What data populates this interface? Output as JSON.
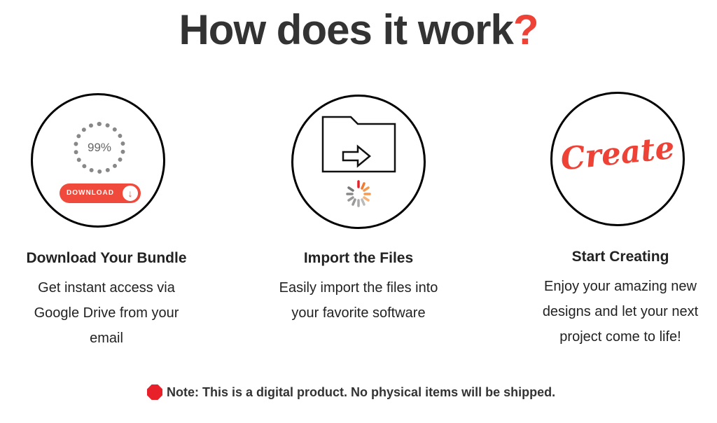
{
  "header": {
    "title": "How does it work",
    "mark": "?"
  },
  "steps": [
    {
      "title": "Download Your Bundle",
      "lines": [
        "Get instant access via",
        "Google Drive from your",
        "email"
      ],
      "progress_label": "99%",
      "button_label": "DOWNLOAD",
      "icon": "download-icon"
    },
    {
      "title": "Import the Files",
      "lines": [
        "Easily import the files into",
        "your favorite software"
      ],
      "icon": "folder-import-icon"
    },
    {
      "title": "Start Creating",
      "lines": [
        "Enjoy your amazing new",
        "designs and let your next",
        "project come to life!"
      ],
      "logo_text": "Create",
      "icon": "create-logo"
    }
  ],
  "note": {
    "label": "Note:",
    "text": "This is a digital product. No physical items will be shipped."
  },
  "colors": {
    "accent": "#ef4236",
    "text": "#333333"
  }
}
